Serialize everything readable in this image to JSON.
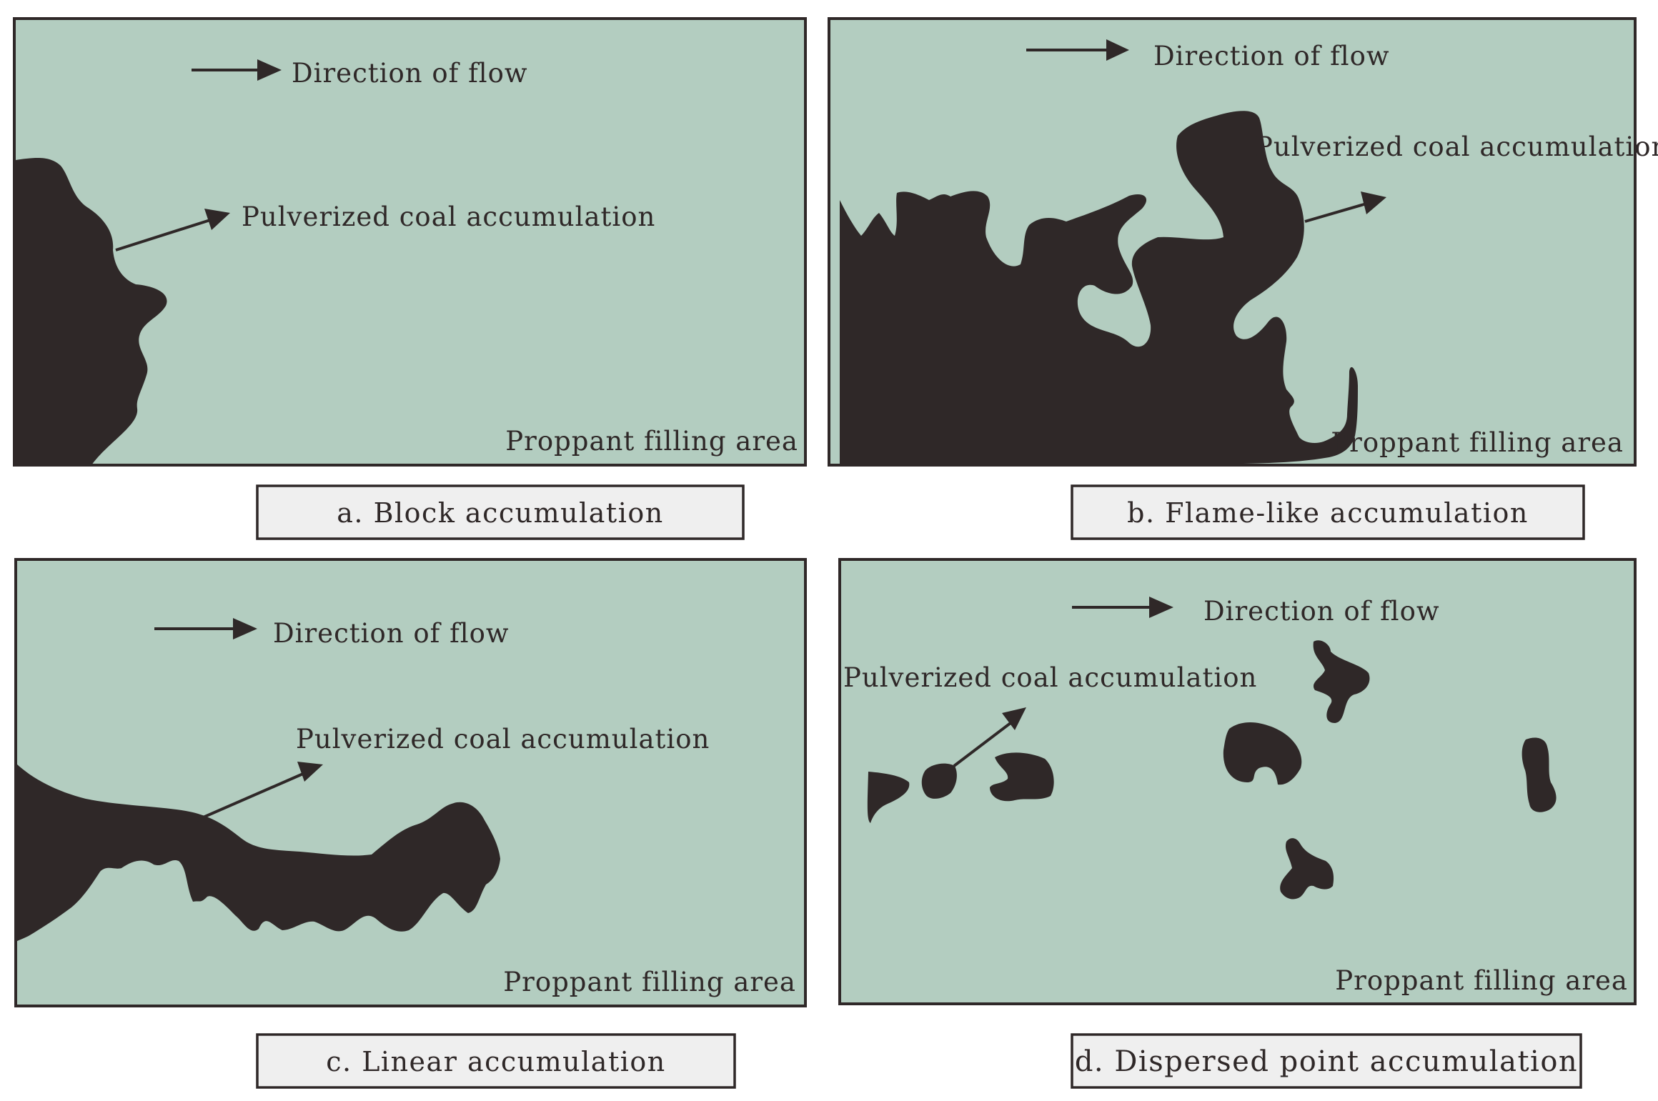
{
  "colors": {
    "panel_fill": "#b3cdc0",
    "coal": "#2f2828",
    "caption_fill": "#efefef",
    "outline": "#2f2828"
  },
  "panels": [
    {
      "id": "a",
      "flow_label": "Direction of flow",
      "accumulation_label": "Pulverized coal accumulation",
      "area_label": "Proppant filling area",
      "caption": "a. Block accumulation"
    },
    {
      "id": "b",
      "flow_label": "Direction of flow",
      "accumulation_label": "Pulverized coal accumulation",
      "area_label": "Proppant filling area",
      "caption": "b. Flame-like accumulation"
    },
    {
      "id": "c",
      "flow_label": "Direction of flow",
      "accumulation_label": "Pulverized coal accumulation",
      "area_label": "Proppant filling area",
      "caption": "c. Linear accumulation"
    },
    {
      "id": "d",
      "flow_label": "Direction of flow",
      "accumulation_label": "Pulverized coal accumulation",
      "area_label": "Proppant filling area",
      "caption": "d. Dispersed point accumulation"
    }
  ]
}
